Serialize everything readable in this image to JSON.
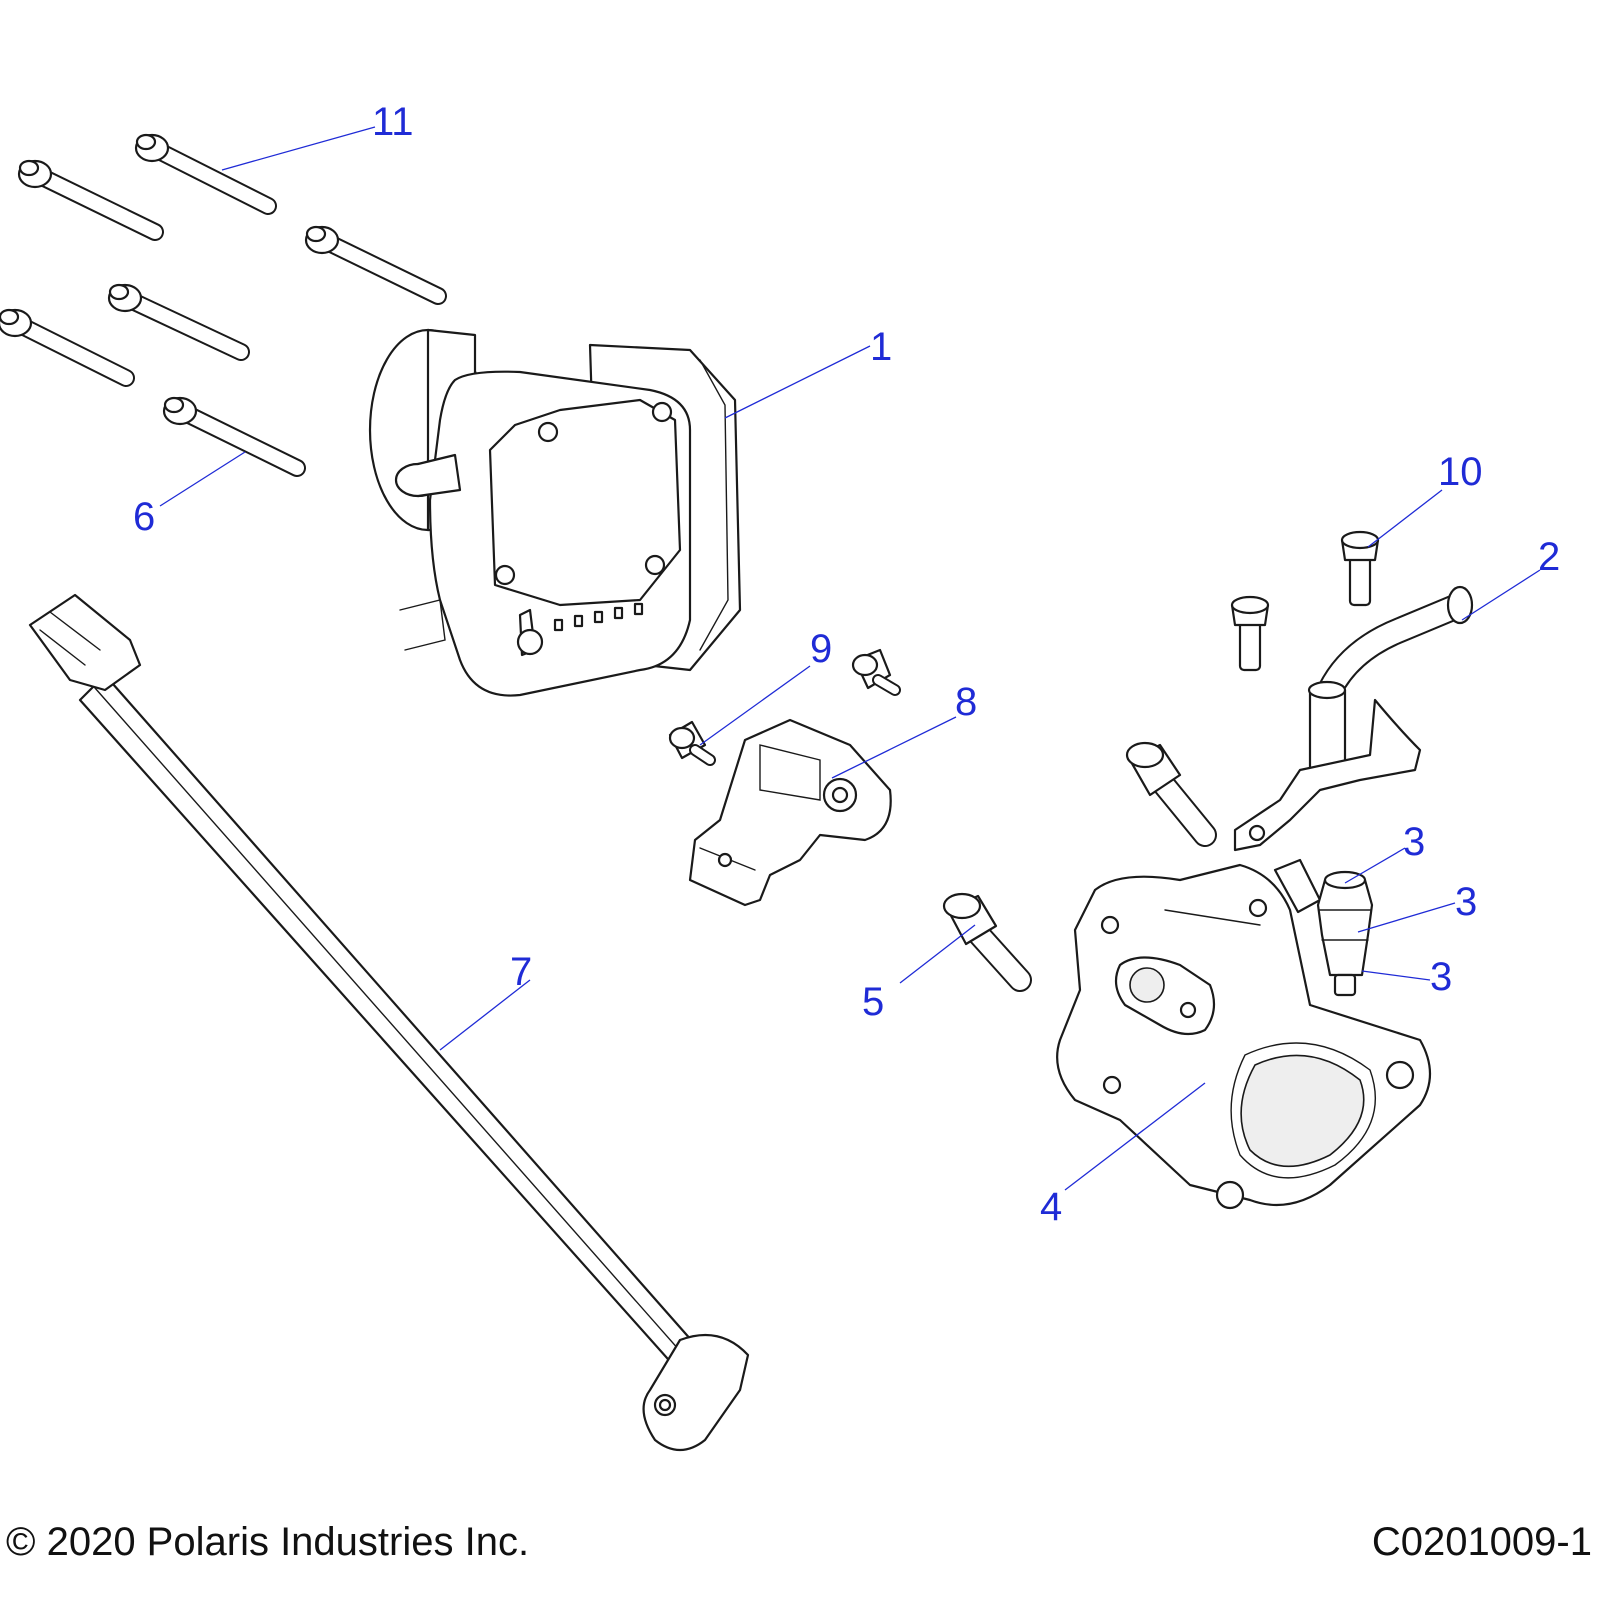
{
  "callouts": {
    "c1": "1",
    "c2": "2",
    "c3a": "3",
    "c3b": "3",
    "c3c": "3",
    "c4": "4",
    "c5": "5",
    "c6": "6",
    "c7": "7",
    "c8": "8",
    "c9": "9",
    "c10": "10",
    "c11": "11"
  },
  "footer": {
    "copyright": "© 2020 Polaris Industries Inc.",
    "figure_id": "C0201009-1"
  },
  "colors": {
    "callout": "#1f2bd6",
    "line_art": "#1a1a1a",
    "background": "#ffffff"
  }
}
